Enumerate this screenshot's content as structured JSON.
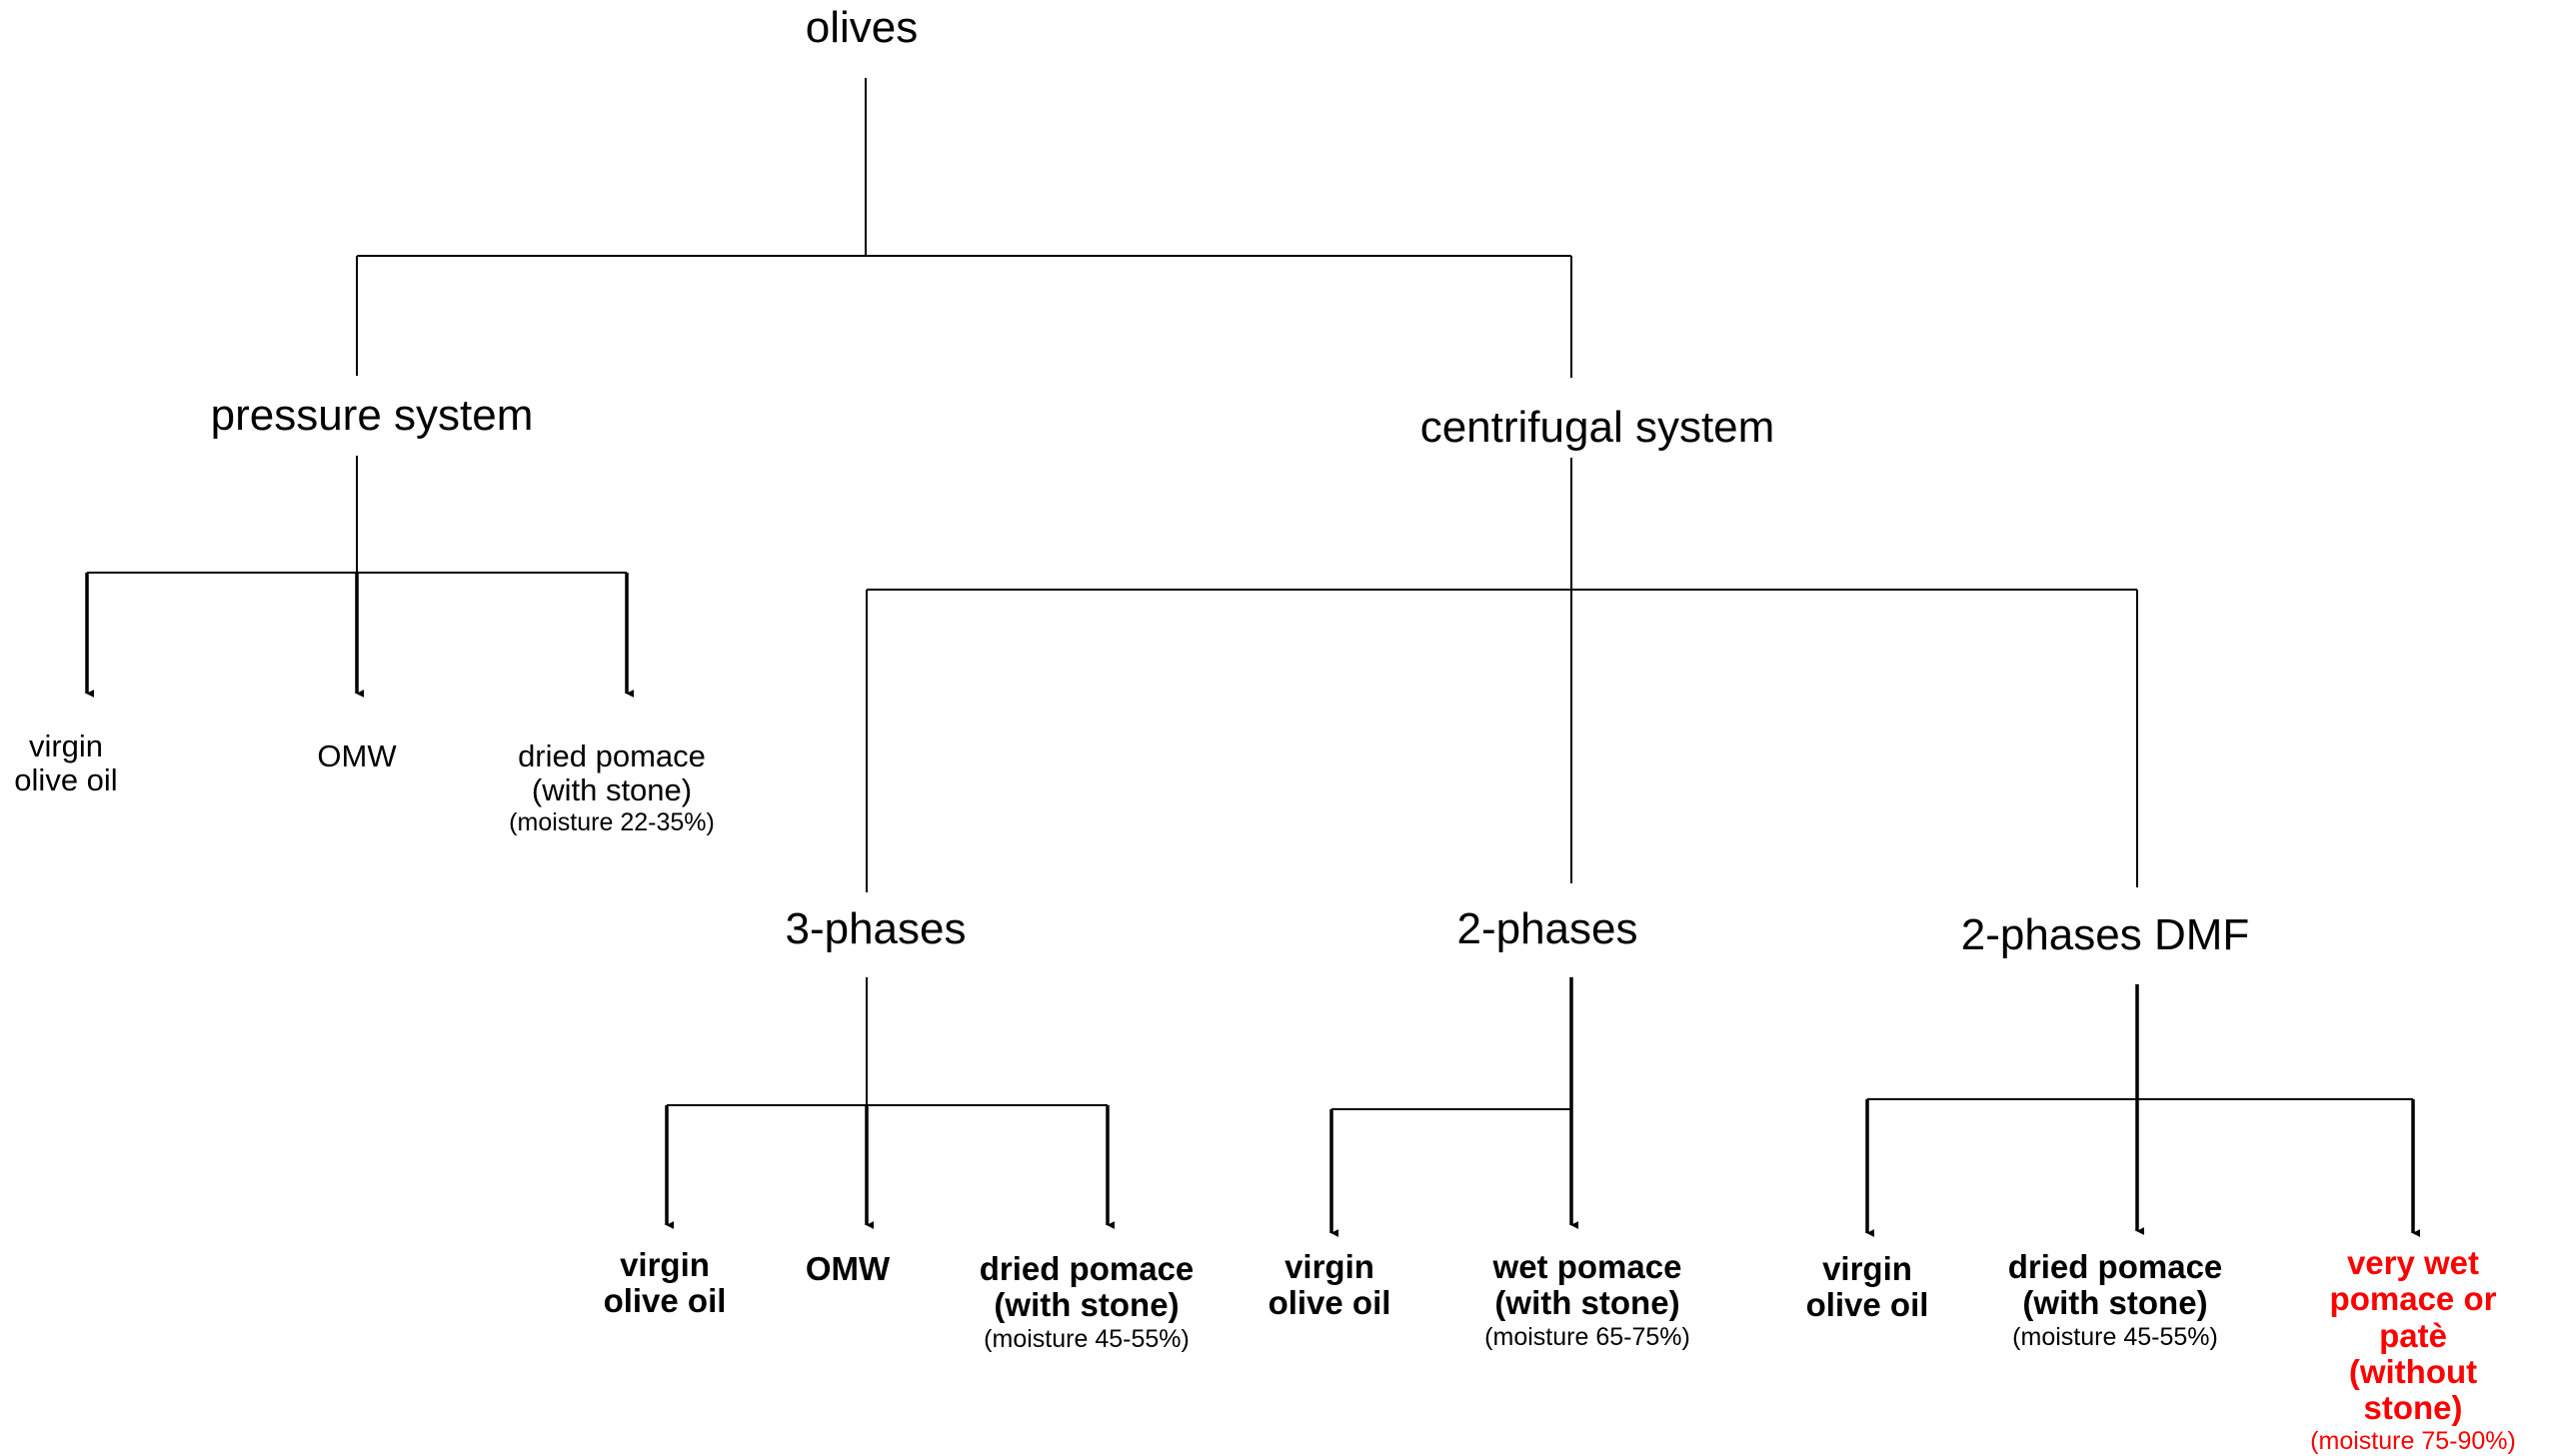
{
  "diagram": {
    "root": "olives",
    "pressure": {
      "title": "pressure system",
      "products": [
        {
          "name": "virgin\nolive oil",
          "note": ""
        },
        {
          "name": "OMW",
          "note": ""
        },
        {
          "name": "dried pomace\n(with stone)",
          "note": "(moisture 22-35%)"
        }
      ]
    },
    "centrifugal": {
      "title": "centrifugal system",
      "three_phases": {
        "title": "3-phases",
        "products": [
          {
            "name": "virgin\nolive oil",
            "note": ""
          },
          {
            "name": "OMW",
            "note": ""
          },
          {
            "name": "dried pomace\n(with stone)",
            "note": "(moisture 45-55%)"
          }
        ]
      },
      "two_phases": {
        "title": "2-phases",
        "products": [
          {
            "name": "virgin\nolive oil",
            "note": ""
          },
          {
            "name": "wet pomace\n(with stone)",
            "note": "(moisture 65-75%)"
          }
        ]
      },
      "two_phases_dmf": {
        "title": "2-phases DMF",
        "products": [
          {
            "name": "virgin\nolive oil",
            "note": ""
          },
          {
            "name": "dried pomace\n(with stone)",
            "note": "(moisture 45-55%)"
          },
          {
            "name": "very wet\npomace or patè\n(without stone)",
            "note": "(moisture 75-90%)"
          }
        ]
      }
    },
    "colors": {
      "line": "#000000",
      "highlight": "#ff0000"
    }
  }
}
